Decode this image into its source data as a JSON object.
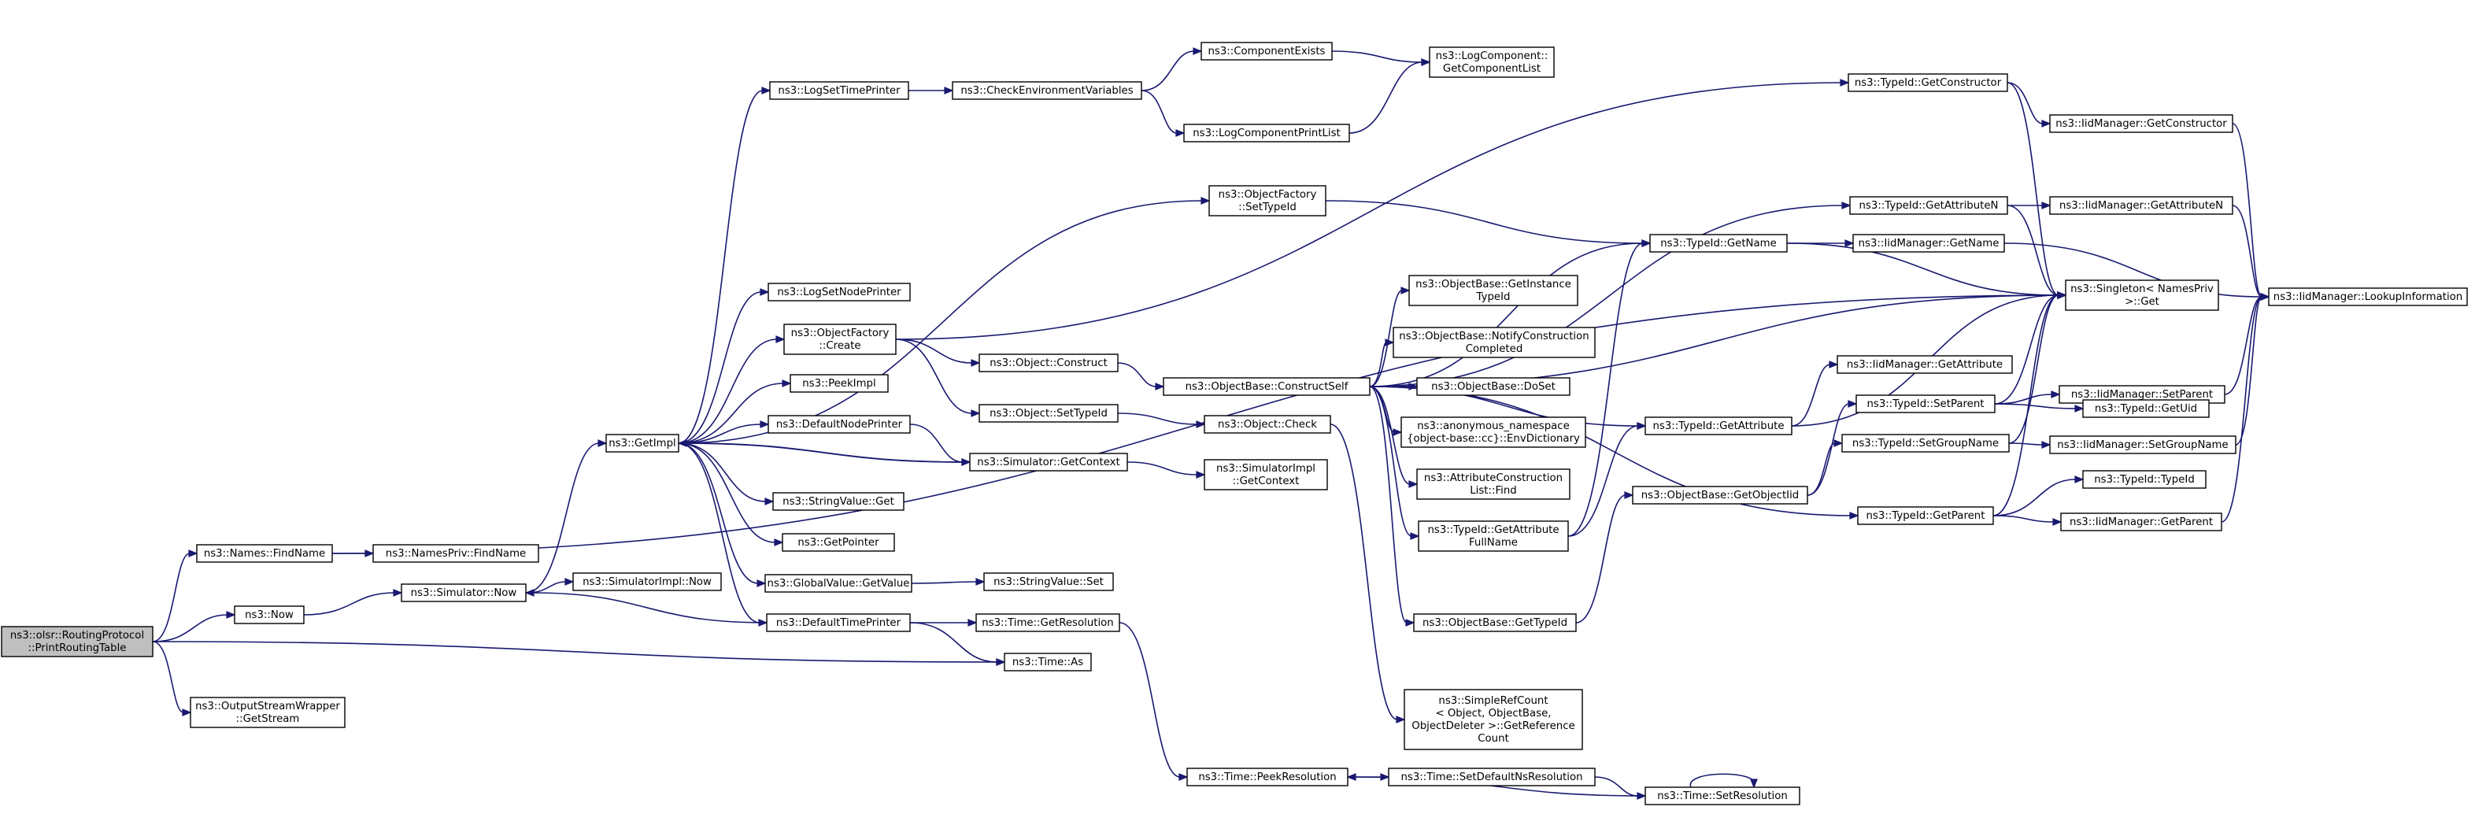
{
  "colors": {
    "edge": "#191970",
    "node_fill": "#ffffff",
    "root_fill": "#bfbfbf",
    "border": "#000000"
  },
  "nodes": [
    {
      "id": "root",
      "lines": [
        "ns3::olsr::RoutingProtocol",
        "::PrintRoutingTable"
      ],
      "root": true
    },
    {
      "id": "namesFind",
      "lines": [
        "ns3::Names::FindName"
      ]
    },
    {
      "id": "nsNow",
      "lines": [
        "ns3::Now"
      ]
    },
    {
      "id": "osw",
      "lines": [
        "ns3::OutputStreamWrapper",
        "::GetStream"
      ]
    },
    {
      "id": "namesPriv",
      "lines": [
        "ns3::NamesPriv::FindName"
      ]
    },
    {
      "id": "simNow",
      "lines": [
        "ns3::Simulator::Now"
      ]
    },
    {
      "id": "getImpl",
      "lines": [
        "ns3::GetImpl"
      ]
    },
    {
      "id": "simImplNow",
      "lines": [
        "ns3::SimulatorImpl::Now"
      ]
    },
    {
      "id": "logSetTime",
      "lines": [
        "ns3::LogSetTimePrinter"
      ]
    },
    {
      "id": "logSetNode",
      "lines": [
        "ns3::LogSetNodePrinter"
      ]
    },
    {
      "id": "ofCreate",
      "lines": [
        "ns3::ObjectFactory",
        "::Create"
      ]
    },
    {
      "id": "peekImpl",
      "lines": [
        "ns3::PeekImpl"
      ]
    },
    {
      "id": "defNode",
      "lines": [
        "ns3::DefaultNodePrinter"
      ]
    },
    {
      "id": "svGet",
      "lines": [
        "ns3::StringValue::Get"
      ]
    },
    {
      "id": "getPointer",
      "lines": [
        "ns3::GetPointer"
      ]
    },
    {
      "id": "gvGet",
      "lines": [
        "ns3::GlobalValue::GetValue"
      ]
    },
    {
      "id": "defTime",
      "lines": [
        "ns3::DefaultTimePrinter"
      ]
    },
    {
      "id": "checkEnv",
      "lines": [
        "ns3::CheckEnvironmentVariables"
      ]
    },
    {
      "id": "objConstruct",
      "lines": [
        "ns3::Object::Construct"
      ]
    },
    {
      "id": "objSetTid",
      "lines": [
        "ns3::Object::SetTypeId"
      ]
    },
    {
      "id": "simGetCtx",
      "lines": [
        "ns3::Simulator::GetContext"
      ]
    },
    {
      "id": "svSet",
      "lines": [
        "ns3::StringValue::Set"
      ]
    },
    {
      "id": "timeGetRes",
      "lines": [
        "ns3::Time::GetResolution"
      ]
    },
    {
      "id": "timeAs",
      "lines": [
        "ns3::Time::As"
      ]
    },
    {
      "id": "compExists",
      "lines": [
        "ns3::ComponentExists"
      ]
    },
    {
      "id": "logCompPrint",
      "lines": [
        "ns3::LogComponentPrintList"
      ]
    },
    {
      "id": "ofSetTid",
      "lines": [
        "ns3::ObjectFactory",
        "::SetTypeId"
      ]
    },
    {
      "id": "objCheck",
      "lines": [
        "ns3::Object::Check"
      ]
    },
    {
      "id": "simImplGetCtx",
      "lines": [
        "ns3::SimulatorImpl",
        "::GetContext"
      ]
    },
    {
      "id": "timePeekRes",
      "lines": [
        "ns3::Time::PeekResolution"
      ]
    },
    {
      "id": "logCompGetList",
      "lines": [
        "ns3::LogComponent::",
        "GetComponentList"
      ]
    },
    {
      "id": "obConstructSelf",
      "lines": [
        "ns3::ObjectBase::ConstructSelf"
      ]
    },
    {
      "id": "timeSetDefNs",
      "lines": [
        "ns3::Time::SetDefaultNsResolution"
      ]
    },
    {
      "id": "timeSetRes",
      "lines": [
        "ns3::Time::SetResolution"
      ]
    },
    {
      "id": "obGetInstTid",
      "lines": [
        "ns3::ObjectBase::GetInstance",
        "TypeId"
      ]
    },
    {
      "id": "obNotify",
      "lines": [
        "ns3::ObjectBase::NotifyConstruction",
        "Completed"
      ]
    },
    {
      "id": "obDoSet",
      "lines": [
        "ns3::ObjectBase::DoSet"
      ]
    },
    {
      "id": "anonEnv",
      "lines": [
        "ns3::anonymous_namespace",
        "{object-base::cc}::EnvDictionary"
      ]
    },
    {
      "id": "acListFind",
      "lines": [
        "ns3::AttributeConstruction",
        "List::Find"
      ]
    },
    {
      "id": "tidGetAttrFull",
      "lines": [
        "ns3::TypeId::GetAttribute",
        "FullName"
      ]
    },
    {
      "id": "obGetTid",
      "lines": [
        "ns3::ObjectBase::GetTypeId"
      ]
    },
    {
      "id": "srcGetRef",
      "lines": [
        "ns3::SimpleRefCount",
        "< Object, ObjectBase,",
        "ObjectDeleter >::GetReference",
        "Count"
      ]
    },
    {
      "id": "tidGetName",
      "lines": [
        "ns3::TypeId::GetName"
      ]
    },
    {
      "id": "tidGetAttr",
      "lines": [
        "ns3::TypeId::GetAttribute"
      ]
    },
    {
      "id": "obGetObjTid",
      "lines": [
        "ns3::ObjectBase::GetObjectIid"
      ]
    },
    {
      "id": "tidGetCtor",
      "lines": [
        "ns3::TypeId::GetConstructor"
      ]
    },
    {
      "id": "tidGetAttrN",
      "lines": [
        "ns3::TypeId::GetAttributeN"
      ]
    },
    {
      "id": "iidGetName",
      "lines": [
        "ns3::IidManager::GetName"
      ]
    },
    {
      "id": "iidGetAttr",
      "lines": [
        "ns3::IidManager::GetAttribute"
      ]
    },
    {
      "id": "tidSetParent",
      "lines": [
        "ns3::TypeId::SetParent"
      ]
    },
    {
      "id": "tidSetGroup",
      "lines": [
        "ns3::TypeId::SetGroupName"
      ]
    },
    {
      "id": "tidGetParent",
      "lines": [
        "ns3::TypeId::GetParent"
      ]
    },
    {
      "id": "iidGetCtor",
      "lines": [
        "ns3::IidManager::GetConstructor"
      ]
    },
    {
      "id": "iidGetAttrN",
      "lines": [
        "ns3::IidManager::GetAttributeN"
      ]
    },
    {
      "id": "singletonGet",
      "lines": [
        "ns3::Singleton< NamesPriv",
        ">::Get"
      ]
    },
    {
      "id": "iidSetParent",
      "lines": [
        "ns3::IidManager::SetParent"
      ]
    },
    {
      "id": "tidGetUid",
      "lines": [
        "ns3::TypeId::GetUid"
      ]
    },
    {
      "id": "iidSetGroup",
      "lines": [
        "ns3::IidManager::SetGroupName"
      ]
    },
    {
      "id": "tidTypeId",
      "lines": [
        "ns3::TypeId::TypeId"
      ]
    },
    {
      "id": "iidGetParent",
      "lines": [
        "ns3::IidManager::GetParent"
      ]
    },
    {
      "id": "iidLookup",
      "lines": [
        "ns3::IidManager::LookupInformation"
      ]
    }
  ],
  "edges": [
    [
      "root",
      "namesFind"
    ],
    [
      "root",
      "nsNow"
    ],
    [
      "root",
      "osw"
    ],
    [
      "root",
      "timeAs"
    ],
    [
      "namesFind",
      "namesPriv"
    ],
    [
      "namesFind",
      "singletonGet"
    ],
    [
      "nsNow",
      "simNow"
    ],
    [
      "simNow",
      "getImpl"
    ],
    [
      "simNow",
      "simImplNow"
    ],
    [
      "getImpl",
      "logSetTime"
    ],
    [
      "getImpl",
      "logSetNode"
    ],
    [
      "getImpl",
      "ofCreate"
    ],
    [
      "getImpl",
      "peekImpl"
    ],
    [
      "getImpl",
      "defNode"
    ],
    [
      "getImpl",
      "svGet"
    ],
    [
      "getImpl",
      "getPointer"
    ],
    [
      "getImpl",
      "gvGet"
    ],
    [
      "getImpl",
      "defTime"
    ],
    [
      "getImpl",
      "ofSetTid"
    ],
    [
      "getImpl",
      "simGetCtx"
    ],
    [
      "logSetTime",
      "checkEnv"
    ],
    [
      "checkEnv",
      "compExists"
    ],
    [
      "checkEnv",
      "logCompPrint"
    ],
    [
      "compExists",
      "logCompGetList"
    ],
    [
      "logCompPrint",
      "logCompGetList"
    ],
    [
      "ofCreate",
      "objConstruct"
    ],
    [
      "ofCreate",
      "objSetTid"
    ],
    [
      "ofCreate",
      "tidGetCtor"
    ],
    [
      "defNode",
      "simGetCtx"
    ],
    [
      "simGetCtx",
      "getImpl"
    ],
    [
      "simGetCtx",
      "simImplGetCtx"
    ],
    [
      "gvGet",
      "svSet"
    ],
    [
      "defTime",
      "simNow"
    ],
    [
      "defTime",
      "timeGetRes"
    ],
    [
      "defTime",
      "timeAs"
    ],
    [
      "timeGetRes",
      "timePeekRes"
    ],
    [
      "objConstruct",
      "obConstructSelf"
    ],
    [
      "objSetTid",
      "objCheck"
    ],
    [
      "objCheck",
      "srcGetRef"
    ],
    [
      "ofSetTid",
      "tidGetName"
    ],
    [
      "obConstructSelf",
      "obGetInstTid"
    ],
    [
      "obConstructSelf",
      "obNotify"
    ],
    [
      "obConstructSelf",
      "obDoSet"
    ],
    [
      "obConstructSelf",
      "anonEnv"
    ],
    [
      "obConstructSelf",
      "acListFind"
    ],
    [
      "obConstructSelf",
      "tidGetAttrFull"
    ],
    [
      "obConstructSelf",
      "obGetTid"
    ],
    [
      "obConstructSelf",
      "tidGetName"
    ],
    [
      "obConstructSelf",
      "tidGetAttr"
    ],
    [
      "obConstructSelf",
      "tidGetAttrN"
    ],
    [
      "obConstructSelf",
      "tidGetParent"
    ],
    [
      "obConstructSelf",
      "singletonGet"
    ],
    [
      "tidGetAttrFull",
      "tidGetName"
    ],
    [
      "tidGetAttrFull",
      "tidGetAttr"
    ],
    [
      "obGetTid",
      "obGetObjTid"
    ],
    [
      "timePeekRes",
      "timeSetDefNs"
    ],
    [
      "timeSetDefNs",
      "timeSetRes"
    ],
    [
      "timeSetRes",
      "timePeekRes"
    ],
    [
      "timeSetRes",
      "timeSetRes"
    ],
    [
      "tidGetName",
      "iidGetName"
    ],
    [
      "tidGetName",
      "singletonGet"
    ],
    [
      "tidGetAttr",
      "iidGetAttr"
    ],
    [
      "tidGetAttr",
      "singletonGet"
    ],
    [
      "obGetObjTid",
      "tidSetParent"
    ],
    [
      "obGetObjTid",
      "tidSetGroup"
    ],
    [
      "tidGetCtor",
      "iidGetCtor"
    ],
    [
      "tidGetCtor",
      "singletonGet"
    ],
    [
      "tidGetAttrN",
      "iidGetAttrN"
    ],
    [
      "tidGetAttrN",
      "singletonGet"
    ],
    [
      "iidGetName",
      "iidLookup"
    ],
    [
      "tidSetParent",
      "iidSetParent"
    ],
    [
      "tidSetParent",
      "tidGetUid"
    ],
    [
      "tidSetParent",
      "singletonGet"
    ],
    [
      "tidSetGroup",
      "iidSetGroup"
    ],
    [
      "tidSetGroup",
      "singletonGet"
    ],
    [
      "tidGetParent",
      "tidTypeId"
    ],
    [
      "tidGetParent",
      "iidGetParent"
    ],
    [
      "tidGetParent",
      "singletonGet"
    ],
    [
      "iidGetCtor",
      "iidLookup"
    ],
    [
      "iidGetAttrN",
      "iidLookup"
    ],
    [
      "iidSetParent",
      "iidLookup"
    ],
    [
      "iidSetGroup",
      "iidLookup"
    ],
    [
      "iidGetParent",
      "iidLookup"
    ]
  ]
}
